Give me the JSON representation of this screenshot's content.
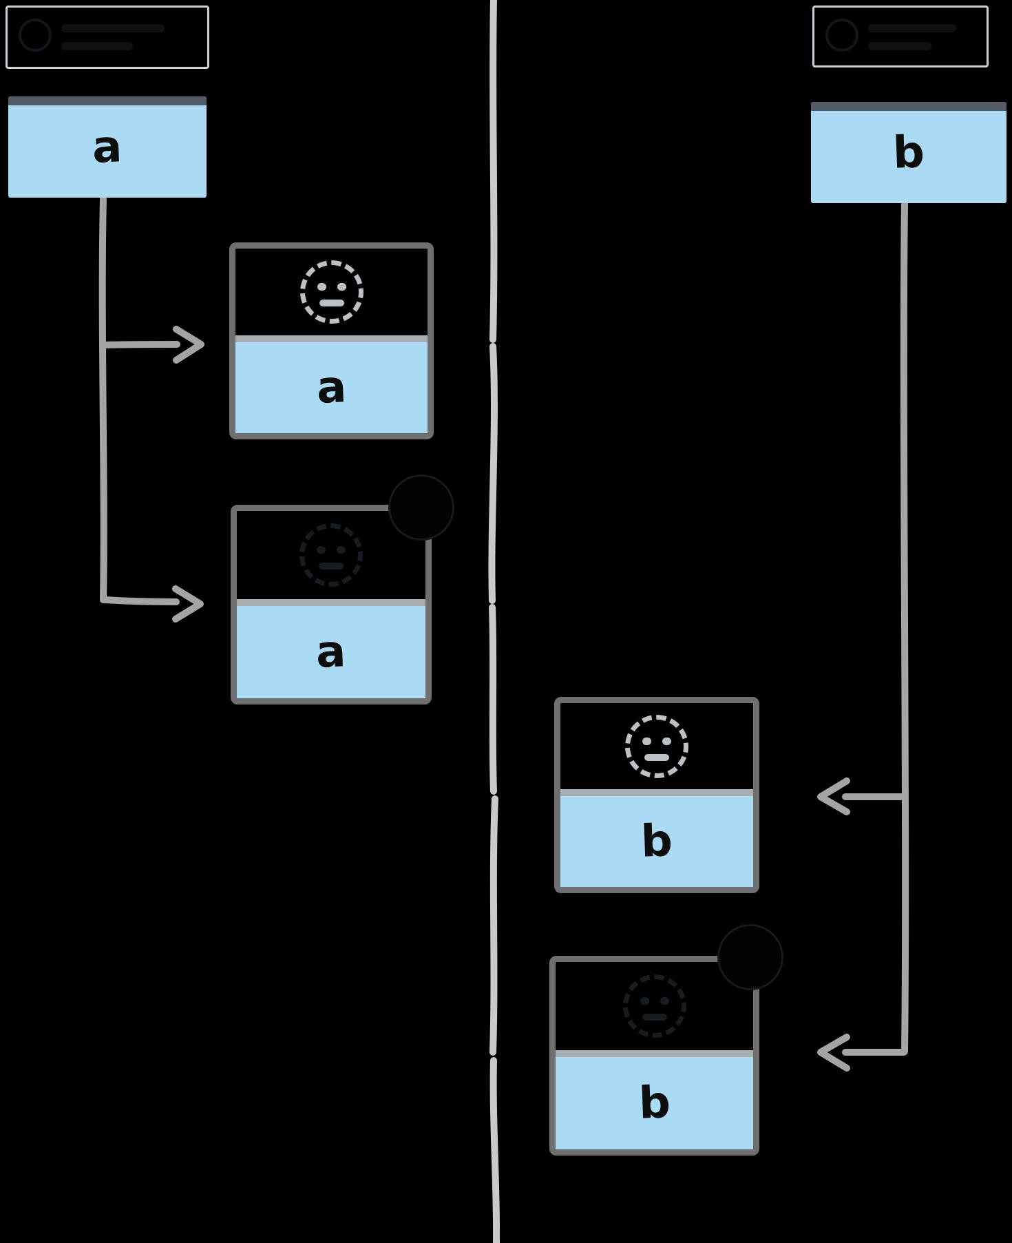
{
  "diagram": {
    "background": "#000000",
    "divider_line": {
      "orientation": "vertical",
      "color": "#c9c9c9"
    },
    "left": {
      "ghost_label": {
        "visible_text": ""
      },
      "branch_tip": {
        "label": "a"
      },
      "commits": [
        {
          "label": "a",
          "icon": "dashed-circle-face",
          "tone": "light"
        },
        {
          "label": "a",
          "icon": "dashed-circle-face",
          "tone": "dark",
          "badge": "dark-circle-badge"
        }
      ]
    },
    "right": {
      "ghost_label": {
        "visible_text": ""
      },
      "branch_tip": {
        "label": "b"
      },
      "commits": [
        {
          "label": "b",
          "icon": "dashed-circle-face",
          "tone": "light"
        },
        {
          "label": "b",
          "icon": "dashed-circle-face",
          "tone": "dark",
          "badge": "dark-circle-badge"
        }
      ]
    },
    "colors": {
      "commit_fill": "#abdaf4",
      "branch_bar": "#545b69",
      "box_border": "#6f6f6f",
      "divider": "#a9aeb2",
      "icon_light": "#bcc1c5",
      "icon_dark": "#171c20",
      "center_line": "#c9c9c9",
      "connector": "#a4a4a4",
      "ghost_border": "#ccd1d7"
    }
  }
}
